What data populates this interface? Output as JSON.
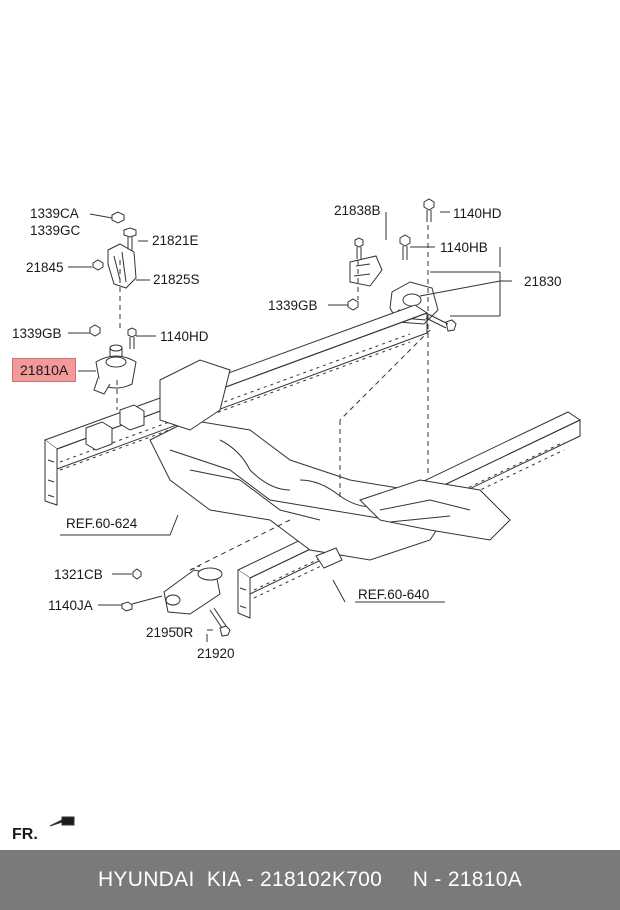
{
  "parts": {
    "p1339CA": "1339CA",
    "p1339GC": "1339GC",
    "p21821E": "21821E",
    "p21845": "21845",
    "p21825S": "21825S",
    "p1339GB_left": "1339GB",
    "p1140HD_left": "1140HD",
    "p21810A": "21810A",
    "p21838B": "21838B",
    "p1140HD_right": "1140HD",
    "p1140HB": "1140HB",
    "p21830": "21830",
    "p1339GB_right": "1339GB",
    "p1321CB": "1321CB",
    "p1140JA": "1140JA",
    "p21950R": "21950R",
    "p21920": "21920"
  },
  "references": {
    "ref_624": "REF.60-624",
    "ref_640": "REF.60-640"
  },
  "direction_label": "FR.",
  "footer": {
    "text": "HYUNDAI  KIA - 218102K700     N - 21810A"
  },
  "colors": {
    "highlight": "#f29a9a",
    "footer_bg": "#7a7a7a",
    "line": "#333333"
  }
}
